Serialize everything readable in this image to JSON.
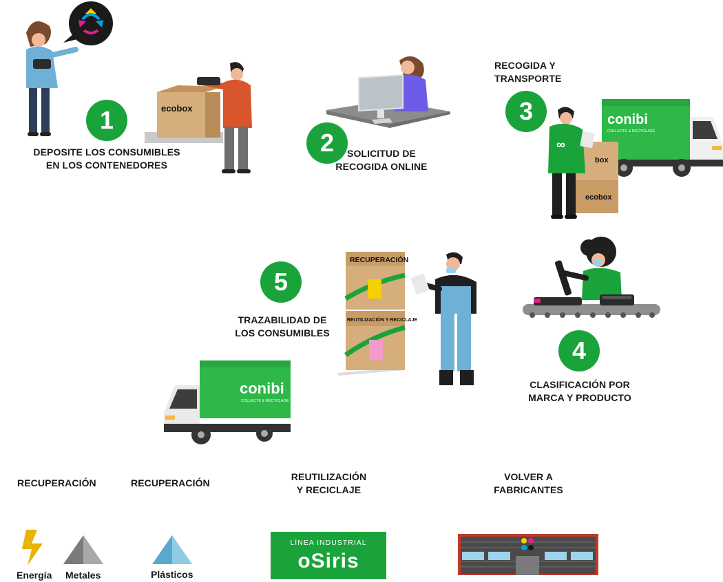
{
  "steps": [
    {
      "number": "1",
      "caption": "DEPOSITE LOS CONSUMIBLES\nEN LOS CONTENEDORES"
    },
    {
      "number": "2",
      "caption": "SOLICITUD DE\nRECOGIDA ONLINE"
    },
    {
      "number": "3",
      "caption": "RECOGIDA Y\nTRANSPORTE"
    },
    {
      "number": "4",
      "caption": "CLASIFICACIÓN POR\nMARCA Y PRODUCTO"
    },
    {
      "number": "5",
      "caption": "TRAZABILIDAD DE\nLOS CONSUMIBLES"
    }
  ],
  "box_brand": "ecobox",
  "truck_brand": "conibi",
  "truck_tagline": "COLLECTE & RECYCLAGE",
  "box_labels": {
    "top": "RECUPERACIÓN",
    "bottom": "REUTILIZACIÓN Y RECICLAJE"
  },
  "outcomes": [
    {
      "title": "RECUPERACIÓN",
      "items": [
        {
          "label": "Energía",
          "icon": "lightning-icon"
        },
        {
          "label": "Metales",
          "icon": "metal-pyramid-icon"
        }
      ]
    },
    {
      "title": "RECUPERACIÓN",
      "items": [
        {
          "label": "Plásticos",
          "icon": "plastic-pyramid-icon"
        }
      ]
    },
    {
      "title": "REUTILIZACIÓN\nY RECICLAJE",
      "logo": {
        "line1": "LÍNEA INDUSTRIAL",
        "line2": "oSiris"
      }
    },
    {
      "title": "VOLVER A\nFABRICANTES",
      "icon": "factory-icon"
    }
  ],
  "colors": {
    "green": "#1aa33a",
    "truck_green": "#2eb84a",
    "box": "#d6ad7c",
    "orange_shirt": "#d9552b",
    "factory_red": "#c0392b"
  }
}
